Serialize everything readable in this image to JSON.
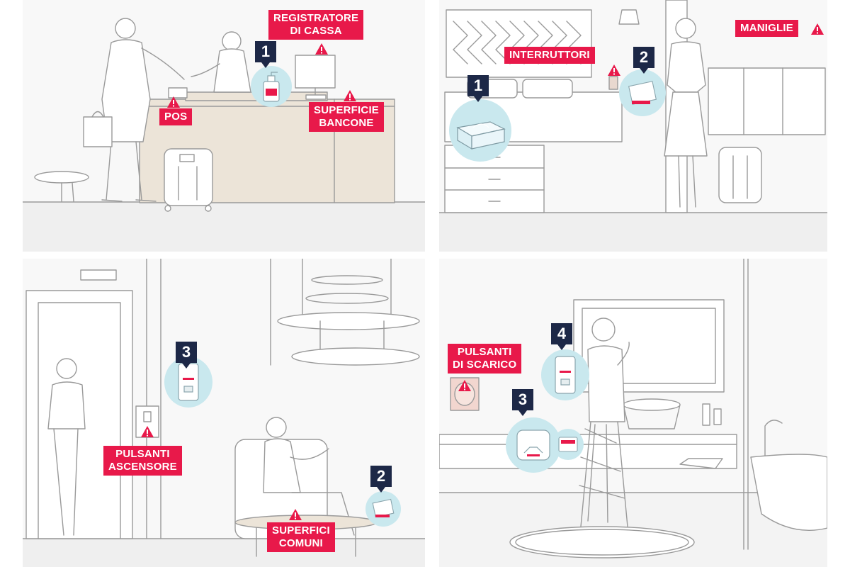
{
  "colors": {
    "accent_red": "#e8194a",
    "badge_navy": "#1d2847",
    "product_circle": "#c9e8ee",
    "line": "#9a9a9a",
    "counter_fill": "#ece4d8"
  },
  "icons": [
    "warning-triangle-icon",
    "number-badge-icon"
  ],
  "labels": {
    "registratore": "REGISTRATORE\nDI CASSA",
    "pos": "POS",
    "superficie": "SUPERFICIE\nBANCONE",
    "interruttori": "INTERRUTTORI",
    "maniglie": "MANIGLIE",
    "pulsanti_ascensore": "PULSANTI\nASCENSORE",
    "superfici_comuni": "SUPERFICI\nCOMUNI",
    "pulsanti_scarico": "PULSANTI\nDI SCARICO"
  },
  "badges": {
    "reception": "1",
    "bedroom_tissue": "1",
    "bedroom_wipes": "2",
    "lobby_dispenser": "3",
    "lobby_wipes": "2",
    "bath_dispenser_top": "4",
    "bath_dispenser_bottom": "3"
  }
}
